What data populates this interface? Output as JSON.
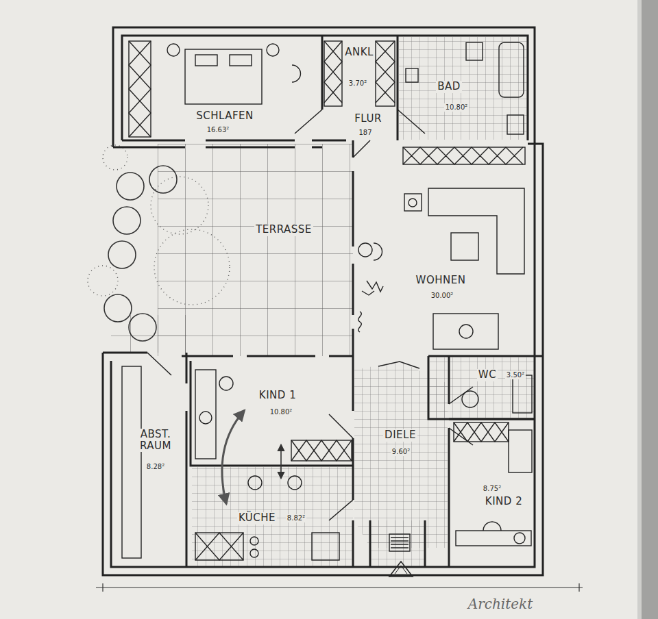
{
  "diagram": {
    "nodes": [
      {
        "text": [
          "SCHLAFEN",
          "16.63²"
        ]
      },
      {
        "text": [
          "ANKL",
          "3.70²"
        ]
      },
      {
        "text": [
          "FLUR",
          "187"
        ]
      },
      {
        "text": [
          "BAD",
          "10.80²"
        ]
      },
      {
        "text": [
          "TERRASSE"
        ]
      },
      {
        "text": [
          "WOHNEN",
          "30.00²"
        ]
      },
      {
        "text": [
          "WC",
          "3.50²"
        ]
      },
      {
        "text": [
          "ABST. RAUM",
          "8.28²"
        ]
      },
      {
        "text": [
          "KIND 1",
          "10.80²"
        ]
      },
      {
        "text": [
          "DIELE",
          "9.60²"
        ]
      },
      {
        "text": [
          "8.75²",
          "KIND 2"
        ]
      },
      {
        "text": [
          "KÜCHE",
          "8.82²"
        ]
      }
    ],
    "edges": [
      {
        "from": 11,
        "to": 8,
        "arrow": "both"
      }
    ],
    "labels": [
      "Architekt"
    ]
  }
}
